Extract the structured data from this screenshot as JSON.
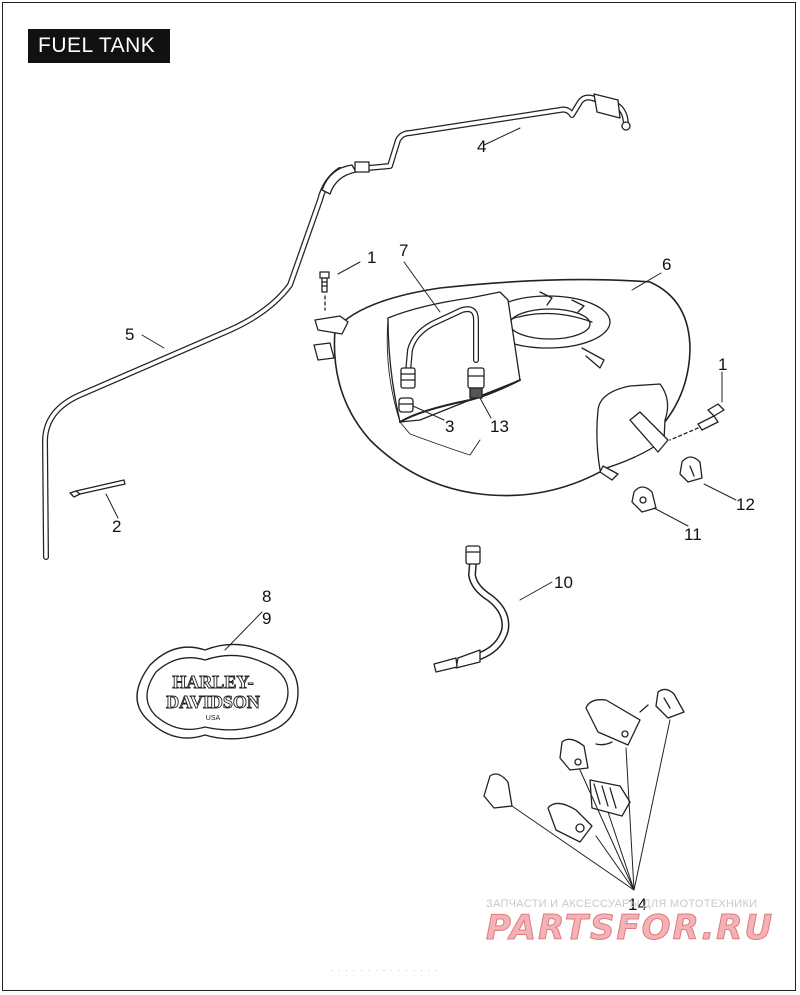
{
  "page": {
    "title": "FUEL TANK",
    "footnote": "· · · · · · · · · · · · · · ·"
  },
  "callouts": [
    "1",
    "7",
    "6",
    "5",
    "4",
    "3",
    "13",
    "1",
    "12",
    "11",
    "2",
    "10",
    "8",
    "9",
    "14"
  ],
  "badge": {
    "line1": "HARLEY-",
    "line2": "DAVIDSON",
    "line3": "USA"
  },
  "watermark": {
    "tagline": "ЗАПЧАСТИ И АКСЕССУАРЫ ДЛЯ МОТОТЕХНИКИ",
    "brand": "PARTSFOR.RU"
  },
  "colors": {
    "line": "#222222",
    "title_bg": "#111111",
    "watermark_fill": "#f3b2b5",
    "watermark_stroke": "#e07a80"
  }
}
